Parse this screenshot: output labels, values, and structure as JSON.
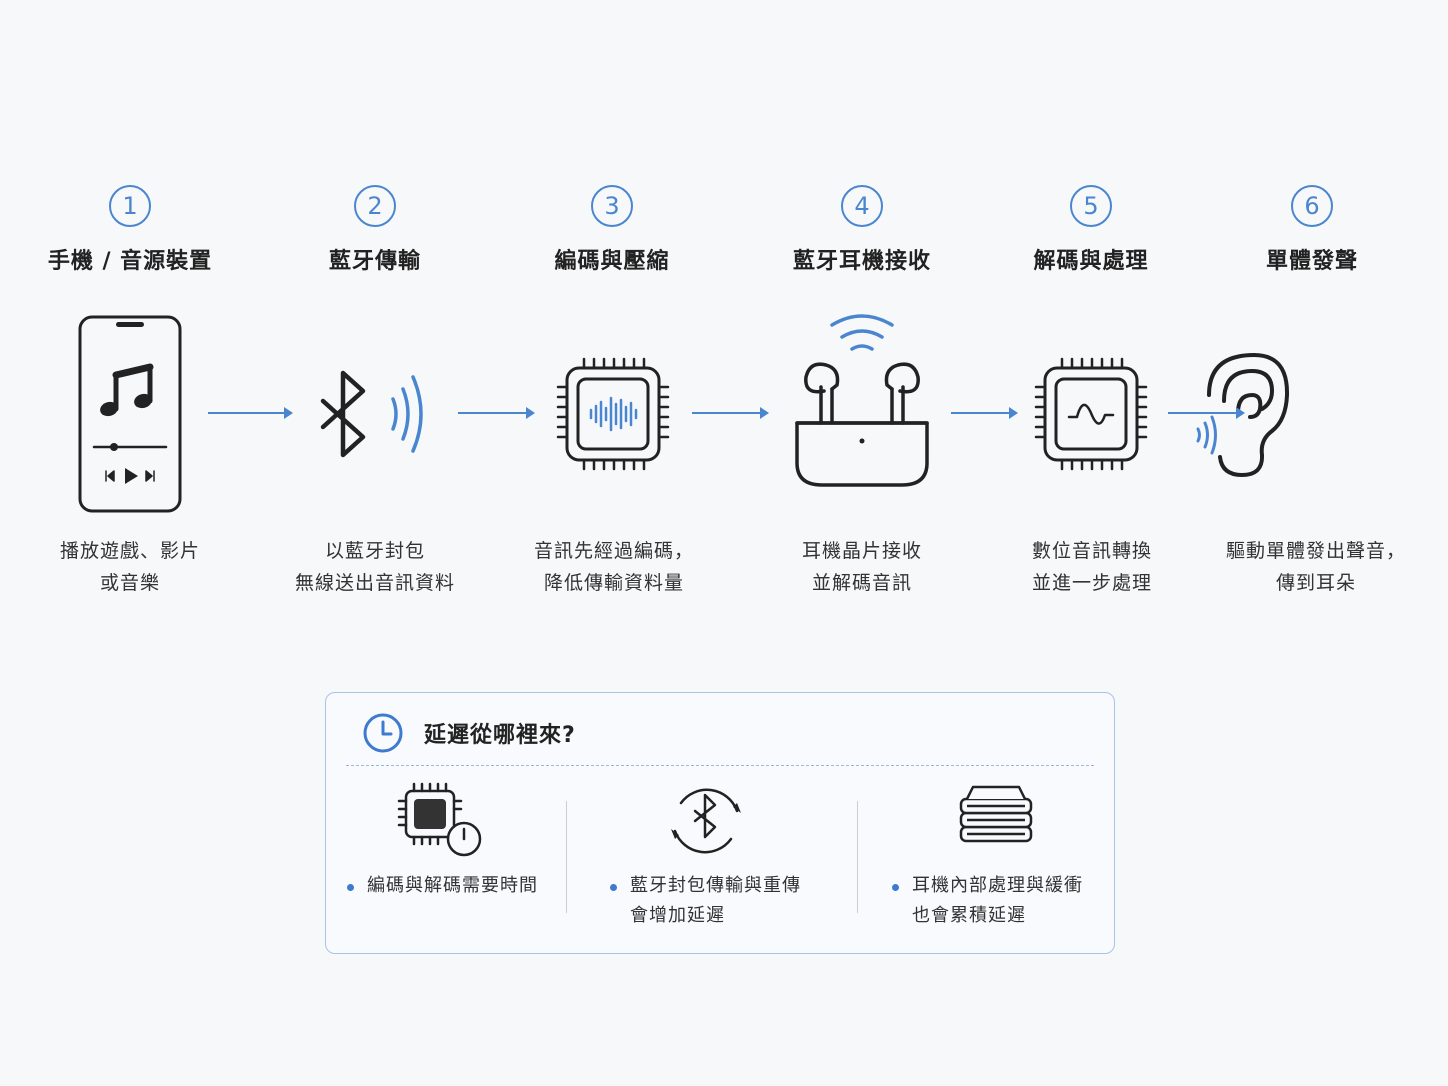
{
  "steps": [
    {
      "num": "1",
      "title": "手機 / 音源裝置",
      "desc": [
        "播放遊戲、影片",
        "或音樂"
      ]
    },
    {
      "num": "2",
      "title": "藍牙傳輸",
      "desc": [
        "以藍牙封包",
        "無線送出音訊資料"
      ]
    },
    {
      "num": "3",
      "title": "編碼與壓縮",
      "desc": [
        "音訊先經過編碼，",
        "降低傳輸資料量"
      ]
    },
    {
      "num": "4",
      "title": "藍牙耳機接收",
      "desc": [
        "耳機晶片接收",
        "並解碼音訊"
      ]
    },
    {
      "num": "5",
      "title": "解碼與處理",
      "desc": [
        "數位音訊轉換",
        "並進一步處理"
      ]
    },
    {
      "num": "6",
      "title": "單體發聲",
      "desc": [
        "驅動單體發出聲音，",
        "傳到耳朵"
      ]
    }
  ],
  "latency": {
    "title": "延遲從哪裡來?",
    "reasons": [
      {
        "icon": "chip-clock-icon",
        "lines": [
          "編碼與解碼需要時間"
        ]
      },
      {
        "icon": "bluetooth-retransmit-icon",
        "lines": [
          "藍牙封包傳輸與重傳",
          "會增加延遲"
        ]
      },
      {
        "icon": "buffer-stack-icon",
        "lines": [
          "耳機內部處理與緩衝",
          "也會累積延遲"
        ]
      }
    ]
  },
  "colors": {
    "accent": "#4a86d0",
    "icon_stroke": "#222222",
    "background": "#f7f8fa"
  }
}
